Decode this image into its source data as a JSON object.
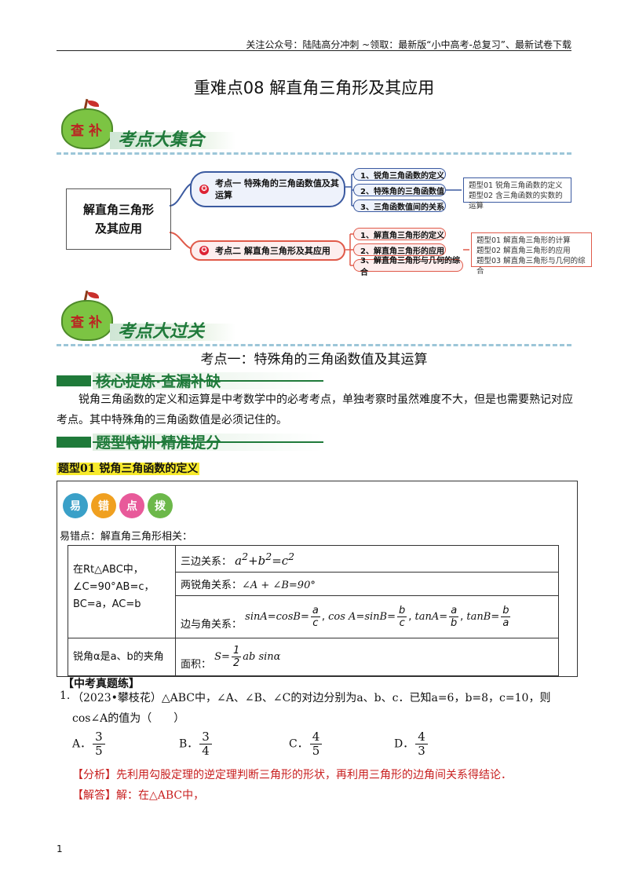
{
  "header": {
    "note": "关注公众号：陆陆高分冲刺  ~领取：最新版“小中高考-总复习”、最新试卷下载",
    "title": "重难点08  解直角三角形及其应用"
  },
  "badge1": {
    "apple_text": "查 补",
    "banner": "考点大集合"
  },
  "mindmap": {
    "root_line1": "解直角三角形",
    "root_line2": "及其应用",
    "topic1": "考点一  特殊角的三角函数值及其运算",
    "topic1_items": [
      "1、锐角三角函数的定义",
      "2、特殊角的三角函数值",
      "3、三角函数值间的关系"
    ],
    "topic1_types": [
      "题型01  锐角三角函数的定义",
      "题型02  含三角函数的实数的运算"
    ],
    "topic2": "考点二  解直角三角形及其应用",
    "topic2_items": [
      "1、解直角三角形的定义",
      "2、解直角三角形的应用",
      "3、解直角三角形与几何的综合"
    ],
    "topic2_types": [
      "题型01  解直角三角形的计算",
      "题型02  解直角三角形的应用",
      "题型03  解直角三角形与几何的综合"
    ]
  },
  "badge2": {
    "apple_text": "查 补",
    "banner": "考点大过关"
  },
  "section": {
    "title": "考点一：特殊角的三角函数值及其运算",
    "core_label": "核心提炼·查漏补缺",
    "core_para": "锐角三角函数的定义和运算是中考数学中的必考考点，单独考察时虽然难度不大，但是也需要熟记对应考点。其中特殊角的三角函数值是必须记住的。",
    "train_label": "题型特训·精准提分",
    "type_tag": "题型01  锐角三角函数的定义"
  },
  "tips": {
    "badges": [
      "易",
      "错",
      "点",
      "拨"
    ],
    "intro": "易错点：解直角三角形相关：",
    "left_cell": "在Rt△ABC中，∠C=90°AB=c，BC=a，AC=b",
    "rel1_label": "三边关系：",
    "rel2_label": "两锐角关系：",
    "rel2_formula": "∠A + ∠B=90°",
    "rel3_label": "边与角关系：",
    "angle_cell": "锐角α是a、b的夹角",
    "area_label": "面积："
  },
  "exam": {
    "heading": "【中考真题练】",
    "q_num": "1.",
    "q_text": "（2023•攀枝花）△ABC中，∠A、∠B、∠C的对边分别为a、b、c．已知a=6，b=8，c=10，则",
    "q_text2": "cos∠A的值为（　　）",
    "options": [
      {
        "label": "A．",
        "num": "3",
        "den": "5"
      },
      {
        "label": "B．",
        "num": "3",
        "den": "4"
      },
      {
        "label": "C．",
        "num": "4",
        "den": "5"
      },
      {
        "label": "D．",
        "num": "4",
        "den": "3"
      }
    ],
    "analysis": "【分析】先利用勾股定理的逆定理判断三角形的形状，再利用三角形的边角间关系得结论．",
    "answer": "【解答】解：在△ABC中，"
  },
  "page_number": "1",
  "colors": {
    "accent_green": "#1f7a3a",
    "highlight": "#f7ea2b",
    "red": "#c81e1e"
  }
}
